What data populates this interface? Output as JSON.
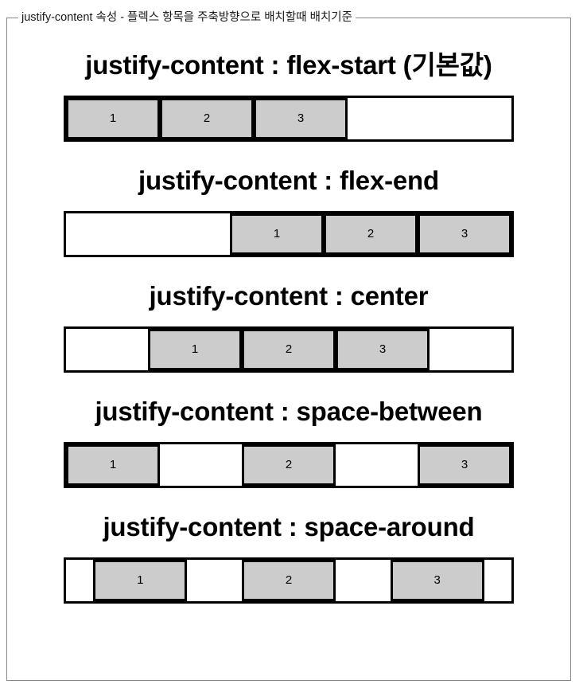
{
  "fieldset": {
    "legend": "justify-content 속성 - 플렉스 항목을 주축방향으로 배치할때 배치기준"
  },
  "colors": {
    "item_fill": "#cccccc",
    "item_border": "#000000",
    "container_border": "#000000",
    "container_fill": "#ffffff",
    "fieldset_border": "#8a8a8a",
    "page_background": "#ffffff",
    "text": "#000000"
  },
  "demos": [
    {
      "heading": "justify-content : flex-start (기본값)",
      "value": "flex-start",
      "items": [
        "1",
        "2",
        "3"
      ]
    },
    {
      "heading": "justify-content : flex-end",
      "value": "flex-end",
      "items": [
        "1",
        "2",
        "3"
      ]
    },
    {
      "heading": "justify-content : center",
      "value": "center",
      "items": [
        "1",
        "2",
        "3"
      ]
    },
    {
      "heading": "justify-content : space-between",
      "value": "space-between",
      "items": [
        "1",
        "2",
        "3"
      ]
    },
    {
      "heading": "justify-content : space-around",
      "value": "space-around",
      "items": [
        "1",
        "2",
        "3"
      ]
    }
  ]
}
